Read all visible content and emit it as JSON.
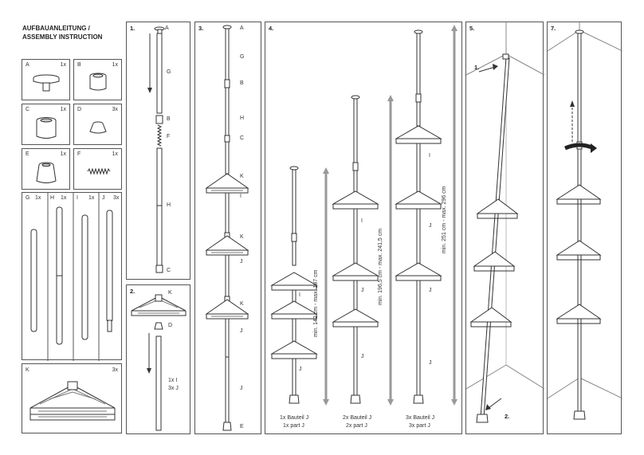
{
  "title": {
    "line1": "AUFBAUANLEITUNG /",
    "line2": "ASSEMBLY INSTRUCTION"
  },
  "parts": [
    {
      "letter": "A",
      "qty": "1x"
    },
    {
      "letter": "B",
      "qty": "1x"
    },
    {
      "letter": "C",
      "qty": "1x"
    },
    {
      "letter": "D",
      "qty": "3x"
    },
    {
      "letter": "E",
      "qty": "1x"
    },
    {
      "letter": "F",
      "qty": "1x"
    },
    {
      "letter": "G",
      "qty": "1x"
    },
    {
      "letter": "H",
      "qty": "1x"
    },
    {
      "letter": "I",
      "qty": "1x"
    },
    {
      "letter": "J",
      "qty": "3x"
    },
    {
      "letter": "K",
      "qty": "3x"
    }
  ],
  "steps": {
    "s1": {
      "num": "1.",
      "labels": [
        "A",
        "G",
        "B",
        "F",
        "H",
        "C"
      ]
    },
    "s2": {
      "num": "2.",
      "labels": [
        "K",
        "D"
      ],
      "qty1": "1x I",
      "qty2": "3x J"
    },
    "s3": {
      "num": "3.",
      "labels": [
        "A",
        "G",
        "B",
        "H",
        "C",
        "K",
        "I",
        "K",
        "J",
        "K",
        "J",
        "J",
        "E"
      ]
    },
    "s4": {
      "num": "4.",
      "heights": [
        "min. 142 cm - max. 187 cm",
        "min. 196,5 cm - max. 241,5 cm",
        "min. 251 cm - max. 296 cm"
      ],
      "captions": [
        {
          "de": "1x Bauteil J",
          "en": "1x part J"
        },
        {
          "de": "2x Bauteil J",
          "en": "2x part J"
        },
        {
          "de": "3x Bauteil J",
          "en": "3x part J"
        }
      ],
      "pole_labels": [
        "I",
        "J",
        "I",
        "J",
        "J",
        "I",
        "J",
        "J",
        "J"
      ]
    },
    "s5": {
      "num": "5.",
      "c1": "1.",
      "c2": "2."
    },
    "s7": {
      "num": "7."
    }
  }
}
